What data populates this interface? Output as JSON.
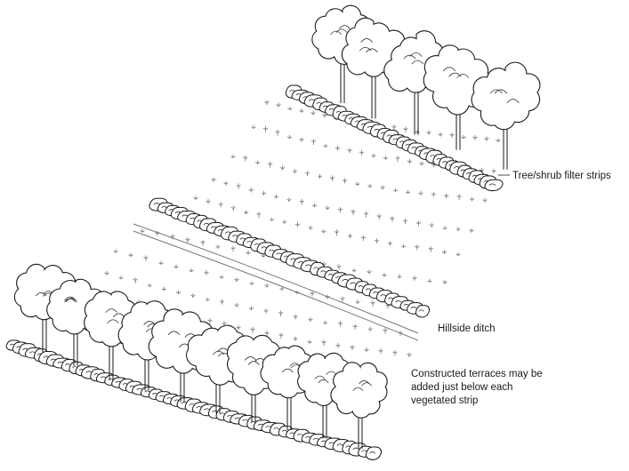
{
  "labels": {
    "tree_shrub": "Tree/shrub filter strips",
    "hillside_ditch": "Hillside ditch",
    "terraces": [
      "Constructed terraces may be",
      "added just below each",
      "vegetated strip"
    ]
  },
  "colors": {
    "ink": "#1a1a1a",
    "crop": "#777777",
    "background": "#ffffff"
  }
}
